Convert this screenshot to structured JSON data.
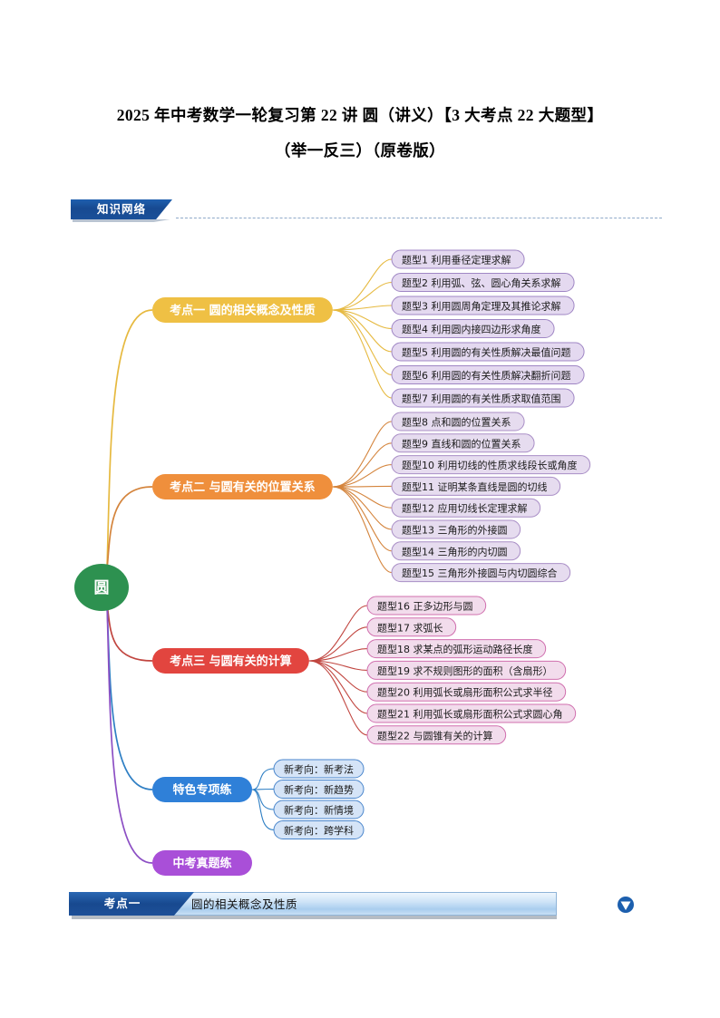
{
  "document": {
    "title_line1": "2025 年中考数学一轮复习第 22 讲  圆（讲义）【3 大考点 22 大题型】",
    "title_line2": "（举一反三）（原卷版）"
  },
  "section_banner": {
    "label": "知识网络"
  },
  "mindmap": {
    "root": {
      "label": "圆",
      "color": "#2d9150"
    },
    "branches": [
      {
        "label": "考点一  圆的相关概念及性质",
        "color": "#efc044",
        "link_color": "#e6b93f",
        "pill_fill": "#e4d9f0",
        "pill_stroke": "#9f86c4",
        "leaves": [
          "题型1  利用垂径定理求解",
          "题型2  利用弧、弦、圆心角关系求解",
          "题型3  利用圆周角定理及其推论求解",
          "题型4  利用圆内接四边形求角度",
          "题型5  利用圆的有关性质解决最值问题",
          "题型6  利用圆的有关性质解决翻折问题",
          "题型7  利用圆的有关性质求取值范围"
        ]
      },
      {
        "label": "考点二  与圆有关的位置关系",
        "color": "#ef8f3c",
        "link_color": "#d4843c",
        "pill_fill": "#e6dcef",
        "pill_stroke": "#a98ec6",
        "leaves": [
          "题型8  点和圆的位置关系",
          "题型9  直线和圆的位置关系",
          "题型10  利用切线的性质求线段长或角度",
          "题型11  证明某条直线是圆的切线",
          "题型12  应用切线长定理求解",
          "题型13  三角形的外接圆",
          "题型14  三角形的内切圆",
          "题型15  三角形外接圆与内切圆综合"
        ]
      },
      {
        "label": "考点三  与圆有关的计算",
        "color": "#e2453f",
        "link_color": "#c1453f",
        "pill_fill": "#f2dcec",
        "pill_stroke": "#d06fae",
        "leaves": [
          "题型16  正多边形与圆",
          "题型17  求弧长",
          "题型18  求某点的弧形运动路径长度",
          "题型19  求不规则图形的面积（含扇形）",
          "题型20  利用弧长或扇形面积公式求半径",
          "题型21  利用弧长或扇形面积公式求圆心角",
          "题型22  与圆锥有关的计算"
        ]
      },
      {
        "label": "特色专项练",
        "color": "#2f80d8",
        "link_color": "#2f7fc4",
        "pill_fill": "#d5e4f7",
        "pill_stroke": "#4a86cc",
        "leaves": [
          "新考向：新考法",
          "新考向：新趋势",
          "新考向：新情境",
          "新考向：跨学科"
        ]
      },
      {
        "label": "中考真题练",
        "color": "#a94fd8",
        "link_color": "#8c4fc4",
        "pill_fill": "#ffffff",
        "pill_stroke": "#ffffff",
        "leaves": []
      }
    ]
  },
  "bottom_banner": {
    "tag_label": "考点一",
    "bar_label": "圆的相关概念及性质",
    "arrow_icon": "triangle-down-icon"
  }
}
